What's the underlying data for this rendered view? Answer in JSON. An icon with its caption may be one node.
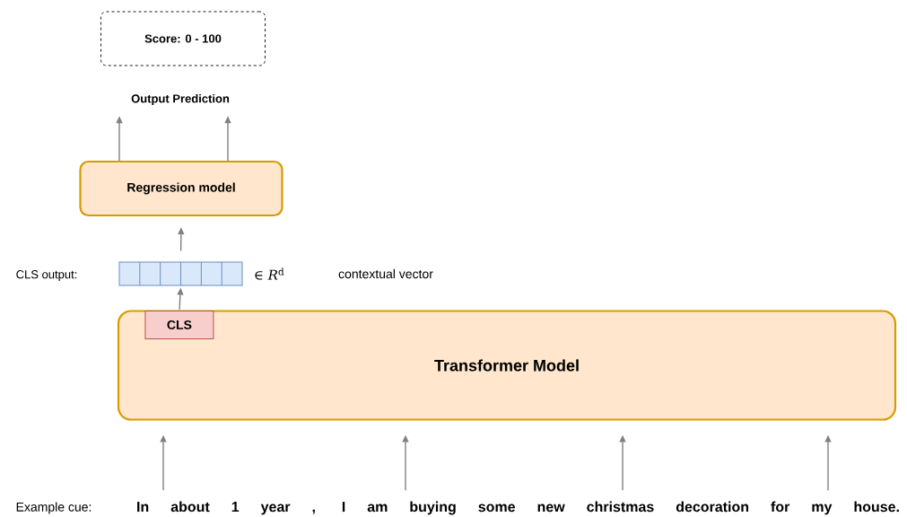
{
  "diagram": {
    "nodes": [
      {
        "text": [
          "Score:   0 - 100"
        ]
      },
      {
        "text": [
          "Output Prediction"
        ]
      },
      {
        "text": [
          "Regression model"
        ]
      },
      {
        "text": [],
        "shape": "bar"
      },
      {
        "text": [
          "Transformer Model"
        ]
      },
      {
        "text": [
          "CLS"
        ],
        "in": 4
      },
      {
        "text": [
          "In about 1 year , I am buying some new christmas decoration for my house."
        ]
      }
    ],
    "edges": [
      {
        "from": 2,
        "to": 1,
        "arrow": "to"
      },
      {
        "from": 2,
        "to": 1,
        "arrow": "to"
      },
      {
        "from": 3,
        "to": 2,
        "arrow": "to"
      },
      {
        "from": 5,
        "to": 3,
        "arrow": "to"
      },
      {
        "from": 6,
        "to": 4,
        "arrow": "to"
      },
      {
        "from": 6,
        "to": 4,
        "arrow": "to"
      },
      {
        "from": 6,
        "to": 4,
        "arrow": "to"
      },
      {
        "from": 6,
        "to": 4,
        "arrow": "to"
      }
    ],
    "labels": [
      "CLS output:",
      "∈ *R*$^{d}$",
      "contextual vector",
      "Example cue:"
    ]
  }
}
